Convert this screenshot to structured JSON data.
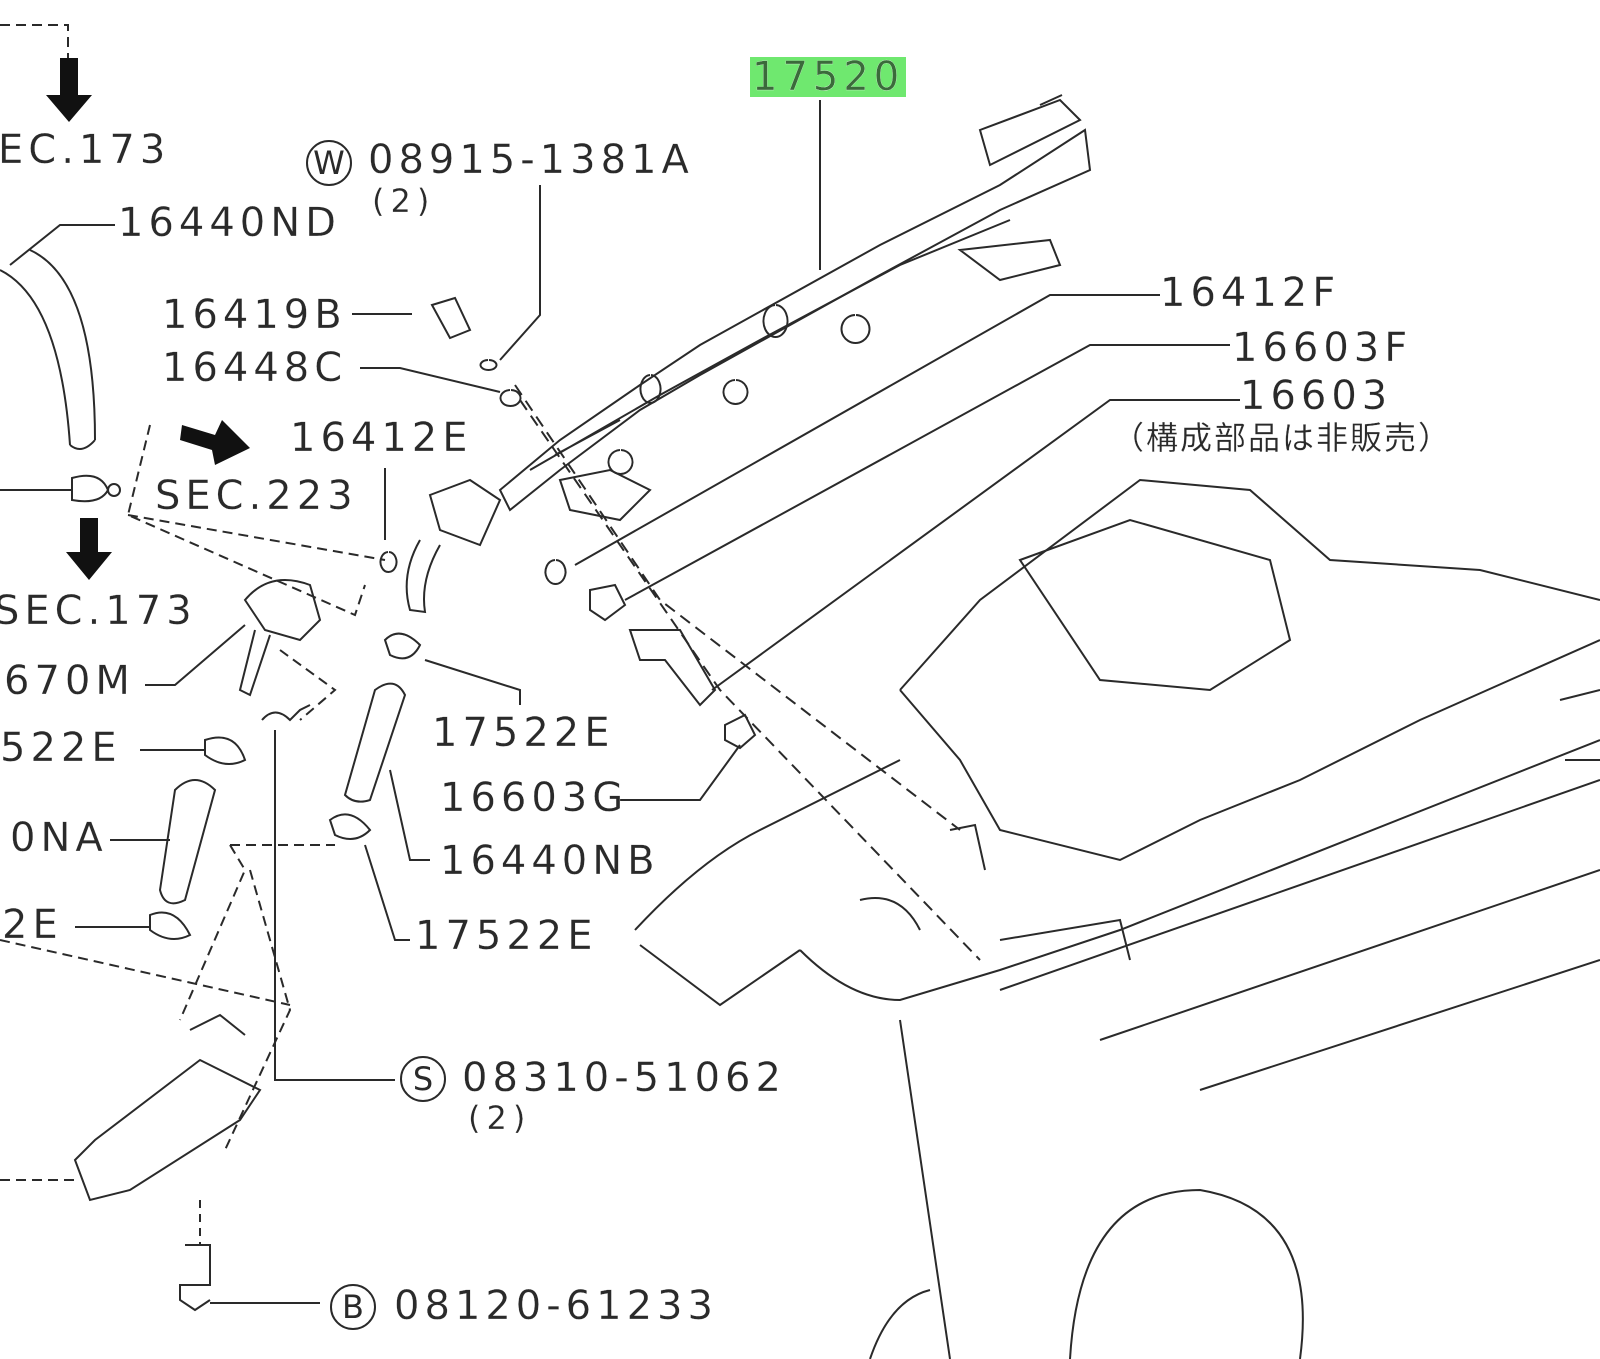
{
  "diagram": {
    "highlighted_part": "17520",
    "highlight_color": "#6fe86f",
    "labels": {
      "sec173_top": "EC.173",
      "washer_prefix": "W",
      "washer_part": "08915-1381A",
      "washer_qty": "(2)",
      "hose_16440ND": "16440ND",
      "fuel_tube": "17520",
      "bolt_16419B": "16419B",
      "part_16448C": "16448C",
      "part_16412E": "16412E",
      "sec223": "SEC.223",
      "sec173_mid": "SEC.173",
      "part_670M": "670M",
      "part_522E_left": "522E",
      "part_0NA": "0NA",
      "part_2E": "2E",
      "part_16412F": "16412F",
      "part_16603F": "16603F",
      "part_16603": "16603",
      "not_sold_note": "（構成部品は非販売）",
      "clamp_17522E_a": "17522E",
      "part_16603G": "16603G",
      "hose_16440NB": "16440NB",
      "clamp_17522E_b": "17522E",
      "screw_prefix": "S",
      "screw_part": "08310-51062",
      "screw_qty": "(2)",
      "bolt_prefix": "B",
      "bolt_part": "08120-61233"
    }
  }
}
